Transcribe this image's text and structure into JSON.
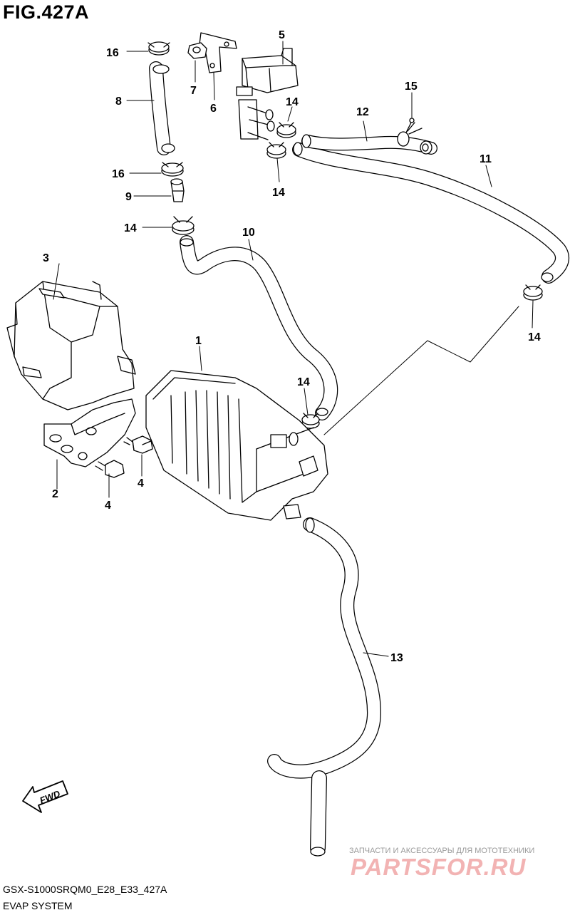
{
  "figure": {
    "title": "FIG.427A"
  },
  "footer": {
    "model_code": "GSX-S1000SRQM0_E28_E33_427A",
    "section_name": "EVAP SYSTEM"
  },
  "fwd_arrow": {
    "label": "FWD"
  },
  "watermark": {
    "subtitle": "ЗАПЧАСТИ И АКСЕССУАРЫ ДЛЯ МОТОТЕХНИКИ",
    "logo_text": "PARTSFOR.RU",
    "logo_color": "#f2b3b3"
  },
  "callouts": {
    "c1": "1",
    "c2": "2",
    "c3": "3",
    "c4a": "4",
    "c4b": "4",
    "c5": "5",
    "c6": "6",
    "c7": "7",
    "c8": "8",
    "c9": "9",
    "c10": "10",
    "c11": "11",
    "c12": "12",
    "c13": "13",
    "c14a": "14",
    "c14b": "14",
    "c14c": "14",
    "c14d": "14",
    "c14e": "14",
    "c15": "15",
    "c16a": "16",
    "c16b": "16"
  },
  "colors": {
    "line": "#000000",
    "background": "#ffffff"
  }
}
